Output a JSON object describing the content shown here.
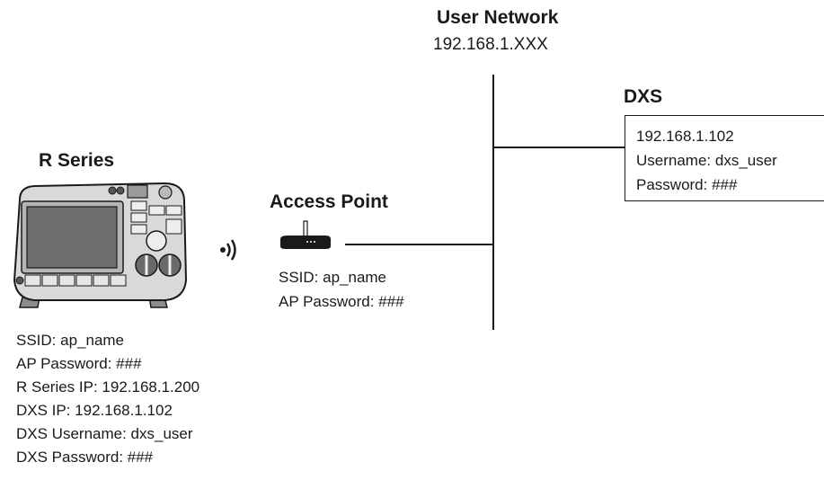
{
  "user_network": {
    "title": "User Network",
    "subnet": "192.168.1.XXX"
  },
  "dxs": {
    "title": "DXS",
    "ip": "192.168.1.102",
    "username": "Username: dxs_user",
    "password": "Password: ###"
  },
  "r_series": {
    "title": "R Series",
    "config": [
      "SSID: ap_name",
      "AP Password: ###",
      "R Series IP: 192.168.1.200",
      "DXS IP: 192.168.1.102",
      "DXS Username: dxs_user",
      "DXS Password: ###"
    ]
  },
  "access_point": {
    "title": "Access Point",
    "ssid": "SSID: ap_name",
    "password": "AP Password: ###"
  },
  "icons": {
    "device": "defibrillator-monitor-icon",
    "wireless": "wireless-signal-icon",
    "router": "access-point-icon"
  },
  "colors": {
    "line": "#1a1a1a",
    "device_body": "#d9d9d9"
  }
}
